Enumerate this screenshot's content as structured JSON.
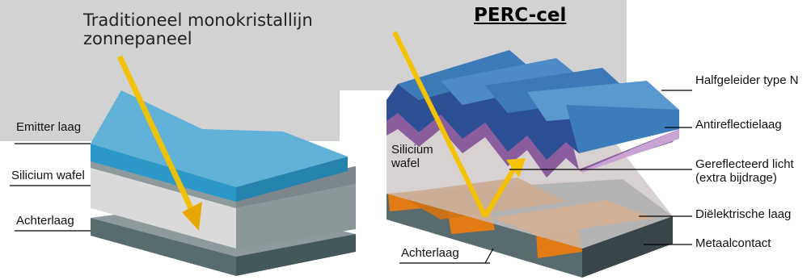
{
  "left_panel": {
    "title_line1": "Traditioneel monokristallijn",
    "title_line2": "zonnepaneel",
    "labels": {
      "emitter": "Emitter laag",
      "silicon": "Silicium wafel",
      "back": "Achterlaag"
    }
  },
  "right_panel": {
    "title": "PERC-cel",
    "labels": {
      "n_type": "Halfgeleider type N",
      "antireflection": "Antireflectielaag",
      "silicon_line1": "Silicium",
      "silicon_line2": "wafel",
      "reflected_line1": "Gereflecteerd licht",
      "reflected_line2": "(extra bijdrage)",
      "dielectric": "Diëlektrische laag",
      "metal_contact": "Metaalcontact",
      "back": "Achterlaag"
    }
  },
  "colors": {
    "background_panel": "#d2d2d2",
    "emitter_blue": "#5aaed2",
    "n_type_blue": "#3e78b8",
    "antireflection_purple": "#8a5d9c",
    "silicon_gray": "#d6d6d6",
    "back_layer": "#586b6f",
    "dielectric_orange": "#e07b16",
    "metal_contact": "#394548",
    "light_beam_yellow": "#f5c200"
  }
}
